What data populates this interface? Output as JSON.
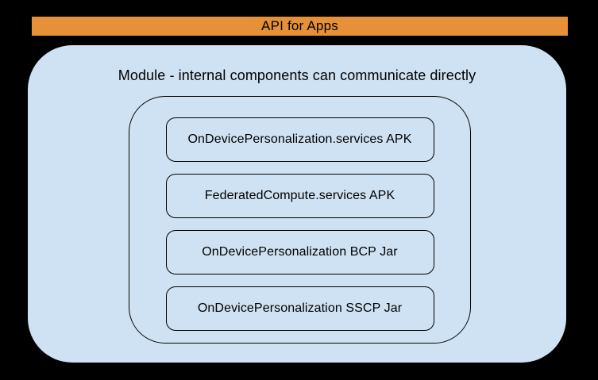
{
  "colors": {
    "background": "#000000",
    "banner_fill": "#E69138",
    "module_fill": "#CFE2F3",
    "outline": "#000000",
    "text": "#000000"
  },
  "banner": {
    "label": "API for Apps"
  },
  "module": {
    "title": "Module - internal components can communicate directly",
    "boxes": [
      {
        "label": "OnDevicePersonalization.services APK"
      },
      {
        "label": "FederatedCompute.services APK"
      },
      {
        "label": "OnDevicePersonalization BCP Jar"
      },
      {
        "label": "OnDevicePersonalization SSCP Jar"
      }
    ]
  }
}
